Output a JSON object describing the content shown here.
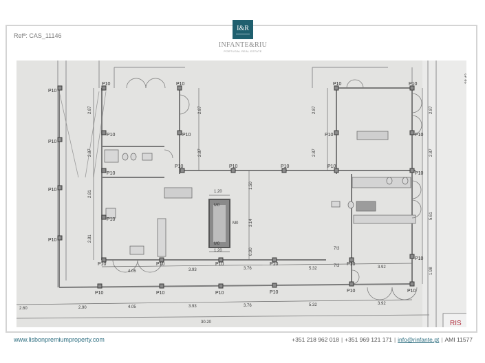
{
  "header": {
    "reference": "Refª: CAS_11146",
    "logo_monogram": "I&R",
    "brand_name": "INFANTE&RIU",
    "brand_tagline": "PORTUGAL REAL ESTATE",
    "brand_color": "#1f5f6e"
  },
  "floor_plan": {
    "column_label": "P10",
    "title_stamp": "RIS",
    "overall_width": "30.20",
    "overall_depth": "28.42",
    "bottom_dimensions": [
      "2.60",
      "2.90",
      "4.05",
      "3.93",
      "3.76",
      "5.32",
      "3.92"
    ],
    "inner_bottom_dimensions": [
      "4.05",
      "3.93",
      "3.76",
      "5.32",
      "3.92"
    ],
    "left_vertical_dimensions": [
      "2.87",
      "2.87",
      "2.81",
      "2.81"
    ],
    "center_vertical_dimensions": [
      "2.87",
      "2.87"
    ],
    "right_vertical_dimensions": [
      "2.87",
      "2.87",
      "5.61",
      "1.98"
    ],
    "hall_vertical_dimensions": [
      "1.50",
      "3.14",
      "0.90"
    ],
    "fireplace": {
      "width_top": "1.20",
      "width_bottom": "1.20",
      "labels": [
        "M0",
        "M0",
        "M0"
      ]
    },
    "small_tags": [
      "7/3",
      "7/3"
    ]
  },
  "footer": {
    "website": "www.lisbonpremiumproperty.com",
    "phone_1": "+351 218 962 018",
    "phone_2": "+351 969 121 171",
    "email": "info@rinfante.pt",
    "ami": "AMI 11577",
    "separator": "|"
  }
}
